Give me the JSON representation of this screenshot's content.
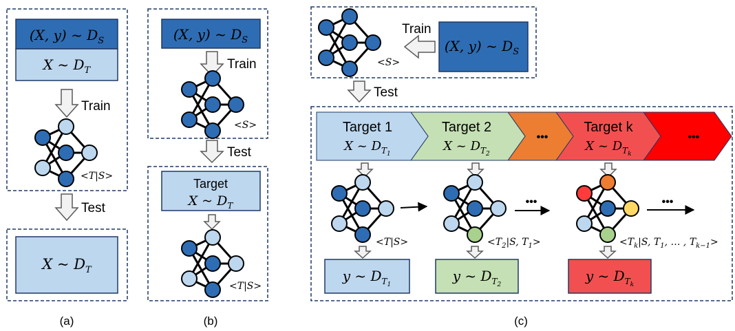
{
  "colors": {
    "dark_blue": "#2e6db4",
    "light_blue": "#bdd7ee",
    "light_green": "#c5e0b4",
    "orange": "#ed7d31",
    "red_light": "#f25050",
    "red": "#ff0000",
    "yellow": "#ffd966",
    "green_node": "#a9d18e",
    "red_node": "#ff3b3b",
    "orange_node": "#ed7d31"
  },
  "labels": {
    "train": "Train",
    "test": "Test",
    "target": "Target",
    "target_1": "Target 1",
    "target_2": "Target 2",
    "target_k": "Target k",
    "ellipsis": "•••"
  },
  "math": {
    "xy_ds": "(X, y) ~ D",
    "ds_sub": "S",
    "x_dt": "X ~ D",
    "dt_sub": "T",
    "t1_sub": "T",
    "t1_subsub": "1",
    "t2_subsub": "2",
    "tk_subsub": "k",
    "y_d": "y ~ D"
  },
  "tags": {
    "s": "<S>",
    "t_given_s": "<T|S>",
    "t2_given": "<T",
    "t2_rest": "|S, T",
    "tk_given": "<T",
    "tk_rest": "|S, T",
    "tk_tail": ", … , T",
    "tk_end": "k−1",
    "close": ">"
  },
  "captions": {
    "a": "(a)",
    "b": "(b)",
    "c": "(c)"
  }
}
